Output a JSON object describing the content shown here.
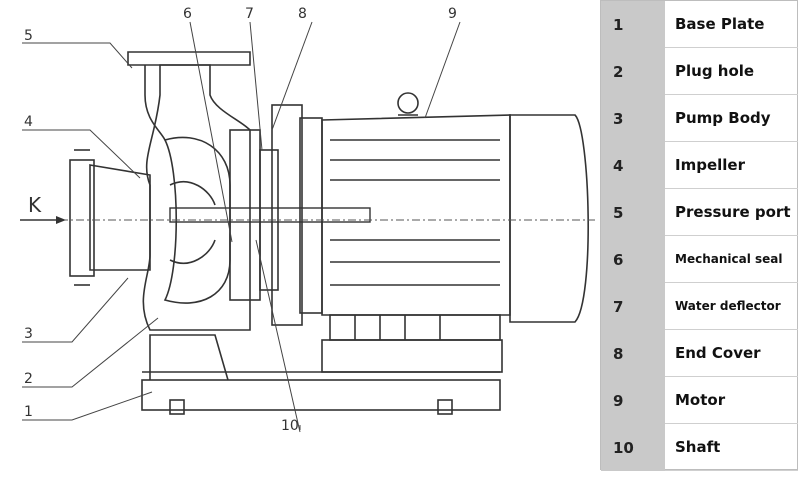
{
  "diagram": {
    "direction_label": "K",
    "callouts": [
      "1",
      "2",
      "3",
      "4",
      "5",
      "6",
      "7",
      "8",
      "9",
      "10"
    ]
  },
  "legend": {
    "items": [
      {
        "num": "1",
        "name": "Base Plate"
      },
      {
        "num": "2",
        "name": "Plug hole"
      },
      {
        "num": "3",
        "name": "Pump Body"
      },
      {
        "num": "4",
        "name": "Impeller"
      },
      {
        "num": "5",
        "name": "Pressure port"
      },
      {
        "num": "6",
        "name": "Mechanical seal"
      },
      {
        "num": "7",
        "name": "Water deflector"
      },
      {
        "num": "8",
        "name": "End Cover"
      },
      {
        "num": "9",
        "name": "Motor"
      },
      {
        "num": "10",
        "name": "Shaft"
      }
    ]
  }
}
